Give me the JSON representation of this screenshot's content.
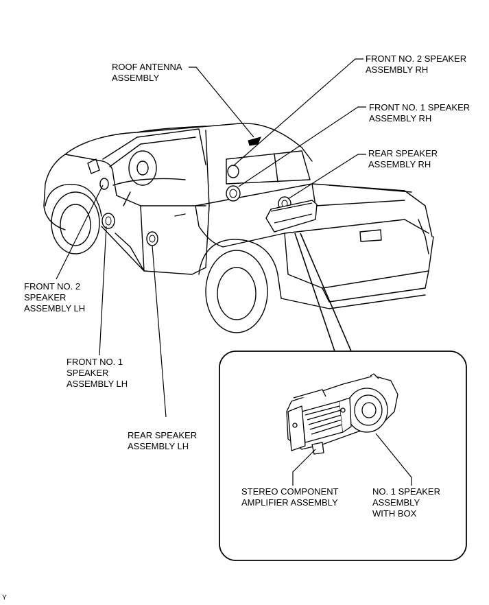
{
  "labels": {
    "roof_antenna": [
      "ROOF ANTENNA",
      "ASSEMBLY"
    ],
    "front2_rh": [
      "FRONT NO. 2 SPEAKER",
      "ASSEMBLY RH"
    ],
    "front1_rh": [
      "FRONT NO. 1 SPEAKER",
      "ASSEMBLY RH"
    ],
    "rear_rh": [
      "REAR SPEAKER",
      "ASSEMBLY RH"
    ],
    "front2_lh": [
      "FRONT NO. 2",
      "SPEAKER",
      "ASSEMBLY LH"
    ],
    "front1_lh": [
      "FRONT NO. 1",
      "SPEAKER",
      "ASSEMBLY LH"
    ],
    "rear_lh": [
      "REAR SPEAKER",
      "ASSEMBLY LH"
    ],
    "stereo_amp": [
      "STEREO COMPONENT",
      "AMPLIFIER ASSEMBLY"
    ],
    "no1_box": [
      "NO. 1 SPEAKER",
      "ASSEMBLY",
      "WITH BOX"
    ]
  },
  "corner_mark": "Y"
}
